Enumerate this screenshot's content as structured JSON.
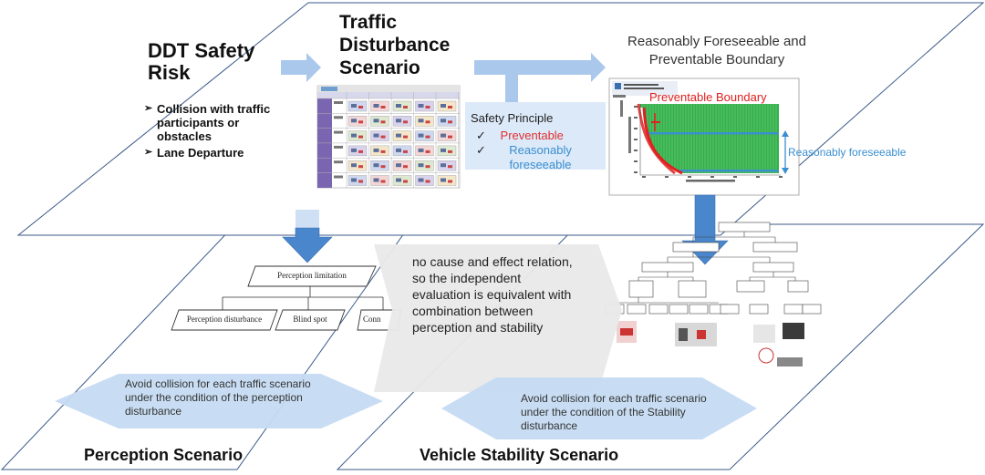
{
  "top": {
    "risk_title": "DDT Safety Risk",
    "risk_items": [
      "Collision with traffic participants or obstacles",
      "Lane Departure"
    ],
    "scenario_title": "Traffic Disturbance Scenario",
    "boundary_title": "Reasonably Foreseeable and Preventable Boundary",
    "safety_principle": {
      "title": "Safety Principle",
      "items": [
        {
          "label": "Preventable",
          "color": "#e03030"
        },
        {
          "label": "Reasonably foreseeable",
          "color": "#3a8fd0"
        }
      ]
    },
    "plot_boundary_label": "Preventable Boundary",
    "plot_foreseeable_label": "Reasonably foreseeable"
  },
  "center_note": "no cause and effect relation, so the independent evaluation is equivalent with combination between perception and stability",
  "perception": {
    "tree_root": "Perception limitation",
    "tree_children": [
      "Perception disturbance",
      "Blind spot",
      "Conn"
    ],
    "note": "Avoid collision for each traffic scenario under the condition of the perception disturbance",
    "title": "Perception Scenario"
  },
  "stability": {
    "note": "Avoid collision for each traffic scenario under the condition of the Stability disturbance",
    "title": "Vehicle Stability Scenario"
  },
  "colors": {
    "arrow_light": "#a9c8ec",
    "arrow_blue": "#4a86cc",
    "plane_border": "#3b5a8a",
    "plot_green": "#33b04a",
    "plot_red": "#e02020",
    "plot_blue": "#3a8fd0"
  }
}
